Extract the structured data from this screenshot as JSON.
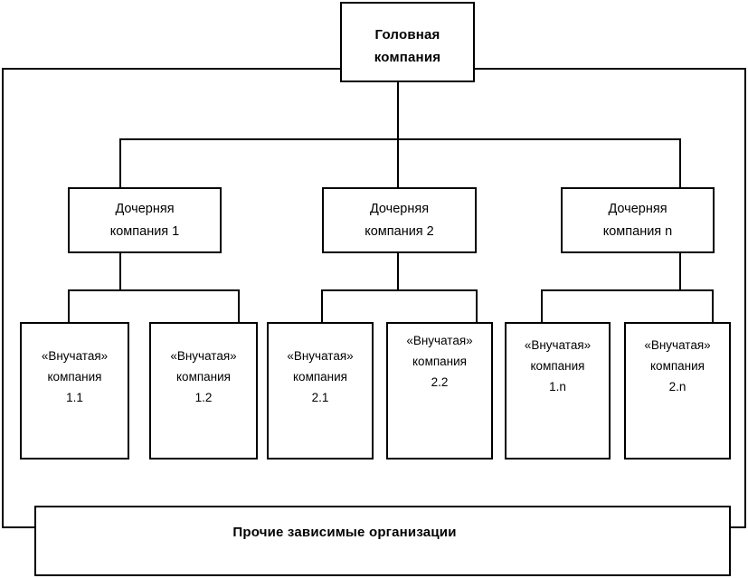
{
  "diagram": {
    "title_text": "Головная компания",
    "root": {
      "name": "root-company-box",
      "lines": [
        "Головная",
        "компания"
      ]
    },
    "subsidiaries": [
      {
        "name": "subsidiary-box-1",
        "lines": [
          "Дочерняя",
          "компания 1"
        ]
      },
      {
        "name": "subsidiary-box-2",
        "lines": [
          "Дочерняя",
          "компания 2"
        ]
      },
      {
        "name": "subsidiary-box-n",
        "lines": [
          "Дочерняя",
          "компания n"
        ]
      }
    ],
    "grandchildren": [
      {
        "name": "grandchild-box-1-1",
        "lines": [
          "«Внучатая»",
          "компания",
          "1.1"
        ]
      },
      {
        "name": "grandchild-box-1-2",
        "lines": [
          "«Внучатая»",
          "компания",
          "1.2"
        ]
      },
      {
        "name": "grandchild-box-2-1",
        "lines": [
          "«Внучатая»",
          "компания",
          "2.1"
        ]
      },
      {
        "name": "grandchild-box-2-2",
        "lines": [
          "«Внучатая»",
          "компания",
          "2.2"
        ]
      },
      {
        "name": "grandchild-box-1-n",
        "lines": [
          "«Внучатая»",
          "компания",
          "1.n"
        ]
      },
      {
        "name": "grandchild-box-2-n",
        "lines": [
          "«Внучатая»",
          "компания",
          "2.n"
        ]
      }
    ],
    "footer": {
      "name": "other-dependent-organizations-box",
      "lines": [
        "Прочие зависимые организации"
      ]
    },
    "colors": {
      "stroke": "#000000",
      "fill": "#ffffff",
      "text": "#000000"
    }
  }
}
